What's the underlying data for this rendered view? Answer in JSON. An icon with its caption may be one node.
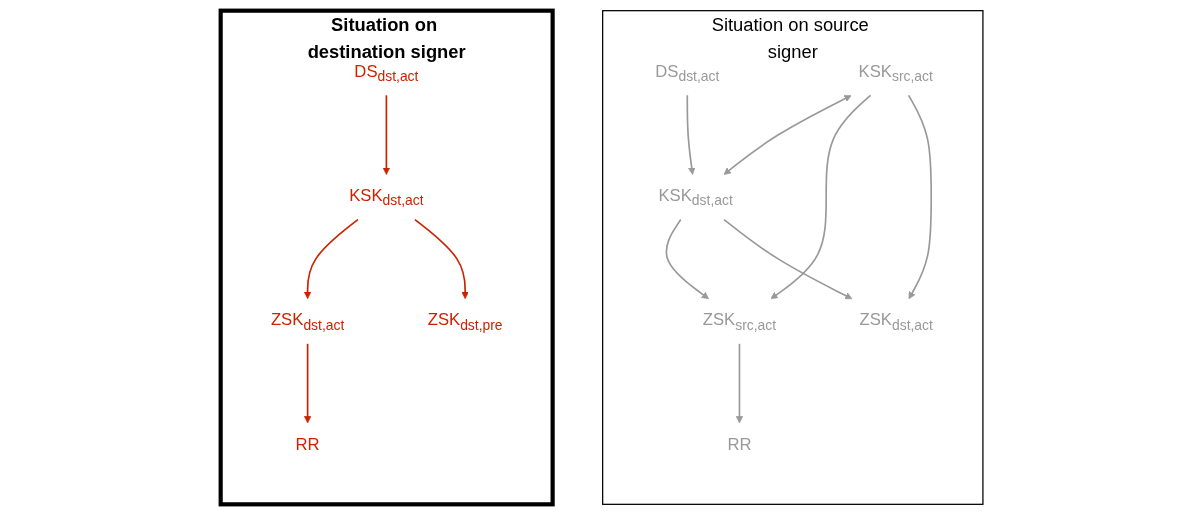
{
  "diagram": {
    "nodes": [
      {
        "text": [
          "Situation on source signer"
        ]
      },
      {
        "text": [
          "DS$_{dst,act}$"
        ],
        "in": 0
      },
      {
        "text": [
          "KSK$_{src,act}$"
        ],
        "in": 0
      },
      {
        "text": [
          "KSK$_{dst,act}$"
        ],
        "in": 0
      },
      {
        "text": [
          "ZSK$_{src,act}$"
        ],
        "in": 0
      },
      {
        "text": [
          "ZSK$_{dst,act}$"
        ],
        "in": 0
      },
      {
        "text": [
          "RR"
        ],
        "in": 0
      },
      {
        "text": [
          "Situation on destination signer"
        ]
      },
      {
        "text": [
          "DS$_{dst,act}$"
        ],
        "in": 7
      },
      {
        "text": [
          "KSK$_{dst,act}$"
        ],
        "in": 7
      },
      {
        "text": [
          "ZSK$_{dst,act}$"
        ],
        "in": 7
      },
      {
        "text": [
          "ZSK$_{dst,pre}$"
        ],
        "in": 7
      },
      {
        "text": [
          "RR"
        ],
        "in": 7
      }
    ],
    "edges": [
      {
        "from": 1,
        "to": 3,
        "arrow": "to"
      },
      {
        "from": 2,
        "to": 3,
        "arrow": "both"
      },
      {
        "from": 2,
        "to": 4,
        "arrow": "to"
      },
      {
        "from": 2,
        "to": 5,
        "arrow": "to"
      },
      {
        "from": 3,
        "to": 4,
        "arrow": "to"
      },
      {
        "from": 3,
        "to": 5,
        "arrow": "to"
      },
      {
        "from": 4,
        "to": 6,
        "arrow": "to"
      },
      {
        "from": 8,
        "to": 9,
        "arrow": "to",
        "color": "#cc2200"
      },
      {
        "from": 9,
        "to": 10,
        "arrow": "to",
        "color": "#cc2200"
      },
      {
        "from": 9,
        "to": 11,
        "arrow": "to",
        "color": "#cc2200"
      },
      {
        "from": 10,
        "to": 12,
        "arrow": "to",
        "color": "#cc2200"
      }
    ]
  }
}
